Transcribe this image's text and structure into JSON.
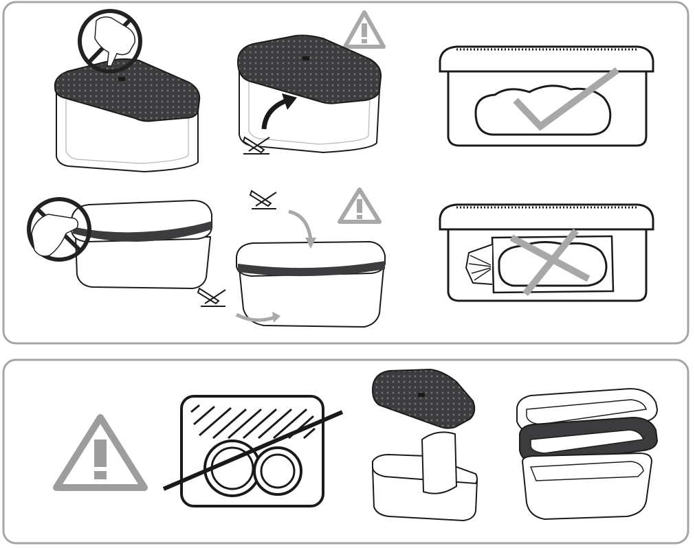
{
  "colors": {
    "panel_border": "#a5a5a5",
    "line": "#1a1a1a",
    "lid_dark": "#3c3c3e",
    "lid_dot": "#6a6a6c",
    "grey_mark": "#a8a8a8",
    "warning_grey": "#9d9d9d",
    "container_fill": "#ffffff"
  },
  "panels": [
    {
      "name": "usage-instructions-panel",
      "steps": [
        {
          "name": "do-not-press-lid-step",
          "icons": [
            "hand-press-icon",
            "prohibited-icon"
          ]
        },
        {
          "name": "lid-removal-warning-step",
          "icons": [
            "warning-icon",
            "curved-arrow-icon",
            "no-knife-icon"
          ]
        },
        {
          "name": "bread-fits-ok-step",
          "icons": [
            "checkmark-icon",
            "bread-icon"
          ]
        },
        {
          "name": "do-not-pinch-edge-step",
          "icons": [
            "hand-pinch-icon",
            "prohibited-icon"
          ]
        },
        {
          "name": "lid-closing-warning-step",
          "icons": [
            "warning-icon",
            "curved-arrow-icon",
            "no-knife-icon"
          ]
        },
        {
          "name": "wrapped-bread-not-ok-step",
          "icons": [
            "cross-icon",
            "wrapped-bread-icon"
          ]
        }
      ]
    },
    {
      "name": "care-instructions-panel",
      "steps": [
        {
          "name": "care-warning-step",
          "icons": [
            "warning-icon"
          ]
        },
        {
          "name": "no-dishwasher-step",
          "icons": [
            "dishwasher-icon",
            "strike-line-icon"
          ]
        },
        {
          "name": "insert-divider-step",
          "icons": [
            "lid-icon",
            "divider-insert-icon"
          ]
        },
        {
          "name": "stacking-parts-step",
          "icons": [
            "lid-icon",
            "gasket-ring-icon",
            "container-icon"
          ]
        }
      ]
    }
  ]
}
